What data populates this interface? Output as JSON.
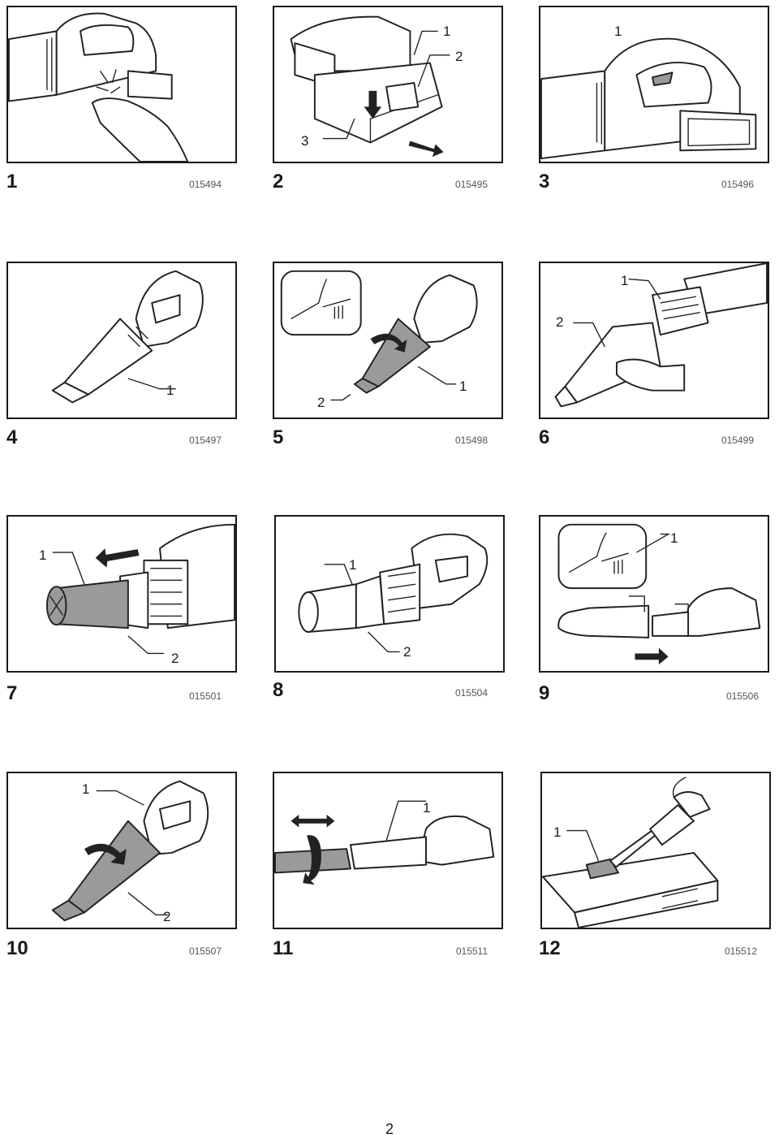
{
  "figures": [
    {
      "number": "1",
      "code": "015494",
      "callouts": []
    },
    {
      "number": "2",
      "code": "015495",
      "callouts": [
        "1",
        "2",
        "3"
      ]
    },
    {
      "number": "3",
      "code": "015496",
      "callouts": [
        "1"
      ]
    },
    {
      "number": "4",
      "code": "015497",
      "callouts": [
        "1"
      ]
    },
    {
      "number": "5",
      "code": "015498",
      "callouts": [
        "1",
        "2"
      ]
    },
    {
      "number": "6",
      "code": "015499",
      "callouts": [
        "1",
        "2"
      ]
    },
    {
      "number": "7",
      "code": "015501",
      "callouts": [
        "1",
        "2"
      ]
    },
    {
      "number": "8",
      "code": "015504",
      "callouts": [
        "1",
        "2"
      ]
    },
    {
      "number": "9",
      "code": "015506",
      "callouts": [
        "1"
      ]
    },
    {
      "number": "10",
      "code": "015507",
      "callouts": [
        "1",
        "2"
      ]
    },
    {
      "number": "11",
      "code": "015511",
      "callouts": [
        "1"
      ]
    },
    {
      "number": "12",
      "code": "015512",
      "callouts": [
        "1"
      ]
    }
  ],
  "page_number": "2"
}
